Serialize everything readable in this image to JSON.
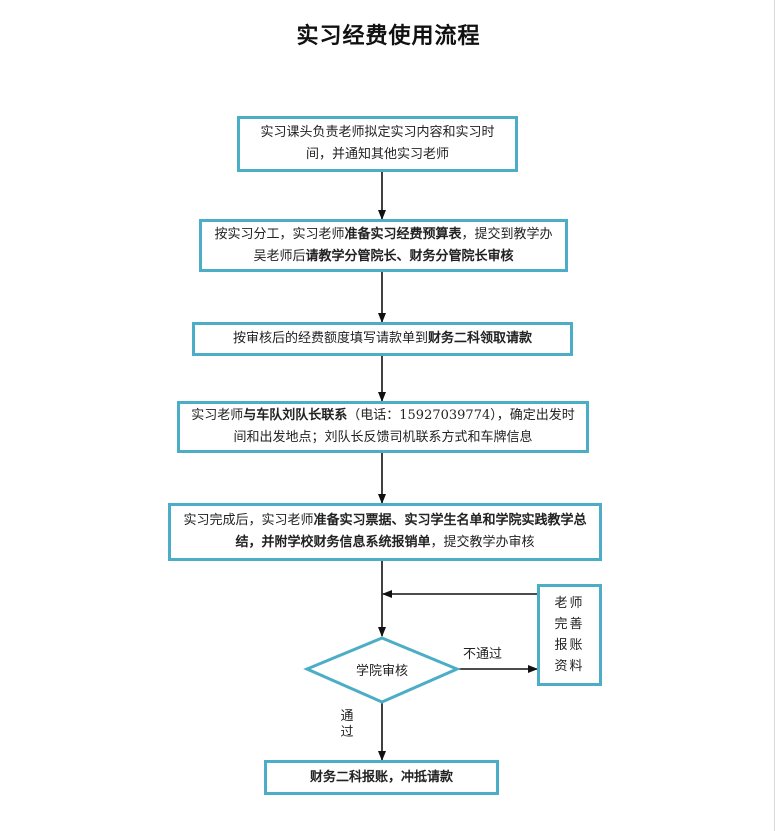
{
  "title": "实习经费使用流程",
  "colors": {
    "box_border": "#4badc6",
    "arrow": "#111111"
  },
  "steps": [
    {
      "id": "step1",
      "parts": [
        {
          "text": "实习课头负责老师拟定实习内容和实习时间，并通知其他实习老师",
          "bold": false
        }
      ]
    },
    {
      "id": "step2",
      "parts": [
        {
          "text": "按实习分工，实习老师",
          "bold": false
        },
        {
          "text": "准备实习经费预算表",
          "bold": true
        },
        {
          "text": "，提交到教学办吴老师后",
          "bold": false
        },
        {
          "text": "请教学分管院长、财务分管院长审核",
          "bold": true
        }
      ]
    },
    {
      "id": "step3",
      "parts": [
        {
          "text": "按审核后的经费额度填写请款单到",
          "bold": false
        },
        {
          "text": "财务二科领取请款",
          "bold": true
        }
      ]
    },
    {
      "id": "step4",
      "parts": [
        {
          "text": "实习老师",
          "bold": false
        },
        {
          "text": "与车队刘队长联系",
          "bold": true
        },
        {
          "text": "（电话：15927039774），确定出发时间和出发地点；刘队长反馈司机联系方式和车牌信息",
          "bold": false
        }
      ]
    },
    {
      "id": "step5",
      "parts": [
        {
          "text": "实习完成后，实习老师",
          "bold": false
        },
        {
          "text": "准备实习票据、实习学生名单和学院实践教学总结，并附学校财务信息系统报销单",
          "bold": true
        },
        {
          "text": "，提交教学办审核",
          "bold": false
        }
      ]
    }
  ],
  "decision": {
    "label": "学院审核",
    "fail_label": "不通过",
    "pass_label_chars": [
      "通",
      "过"
    ]
  },
  "side_box": {
    "chars": [
      "老师",
      "完善",
      "报账",
      "资料"
    ]
  },
  "final_step": {
    "parts": [
      {
        "text": "财务二科报账，冲抵请款",
        "bold": true
      }
    ]
  }
}
